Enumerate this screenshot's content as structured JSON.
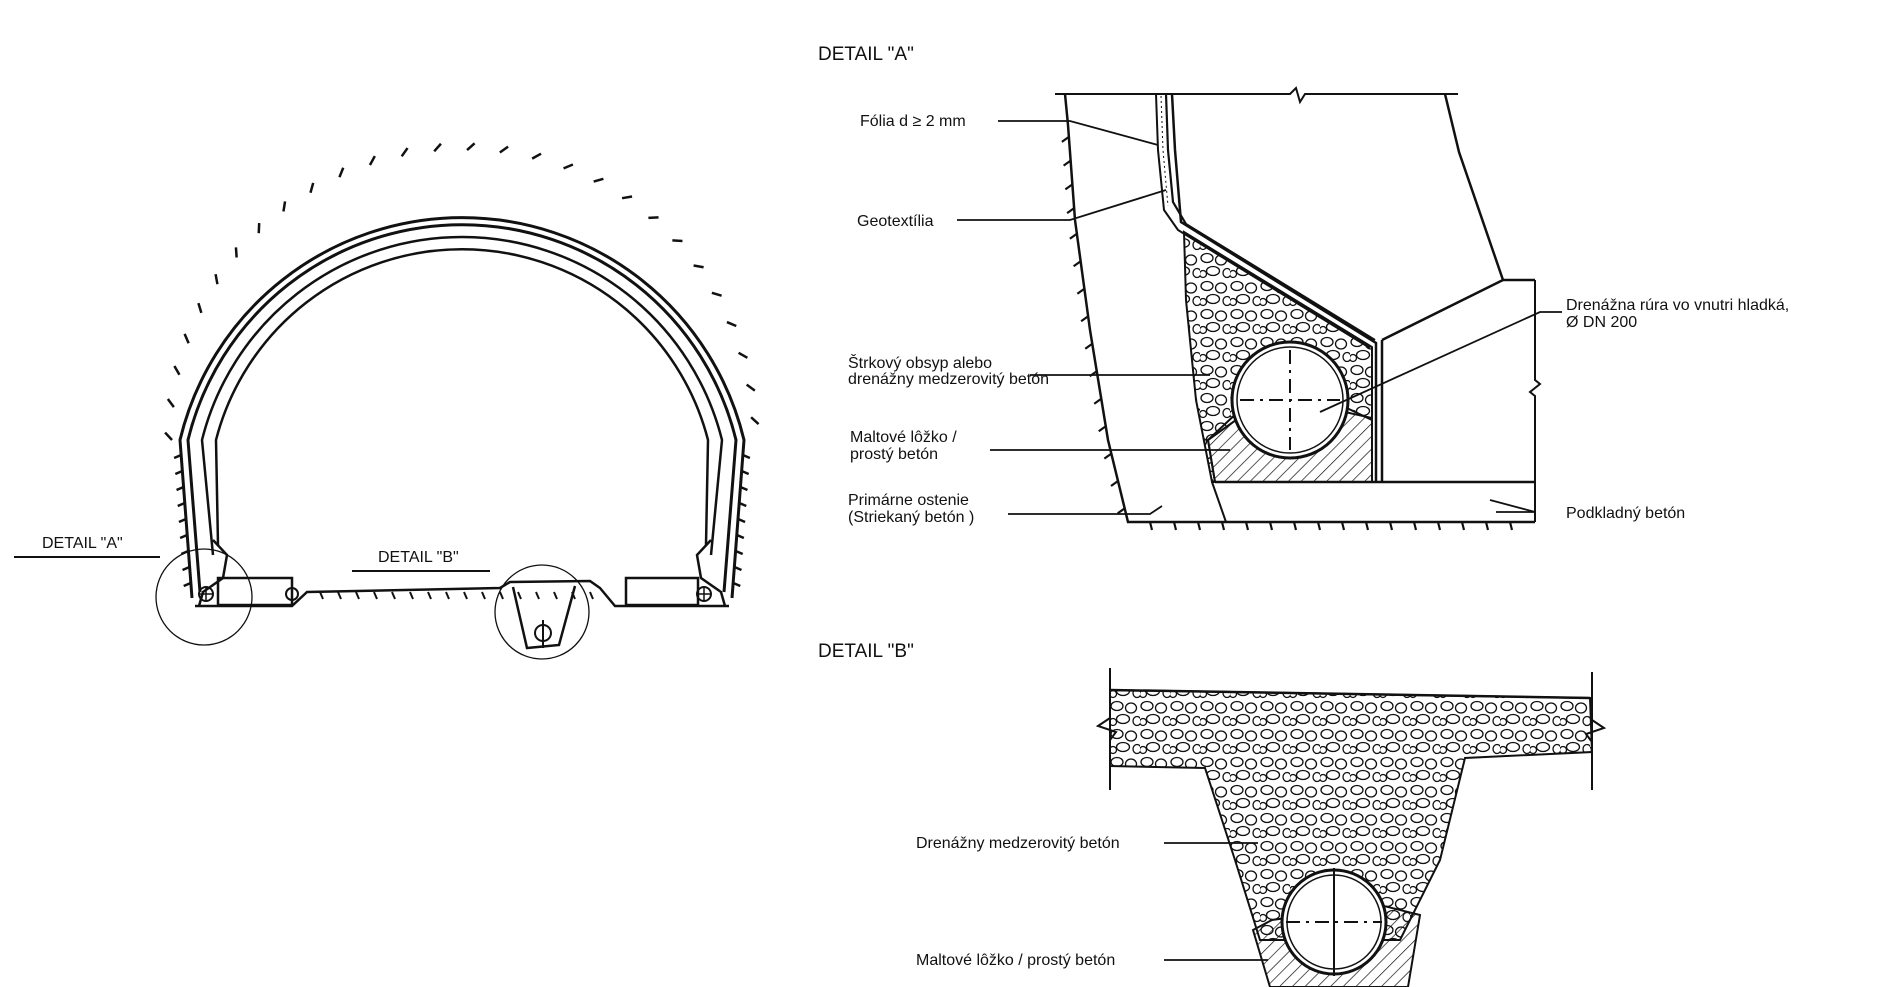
{
  "overview": {
    "detail_a_label": "DETAIL \"A\"",
    "detail_b_label": "DETAIL \"B\""
  },
  "detail_a": {
    "title": "DETAIL \"A\"",
    "labels": {
      "folia": "Fólia d ≥ 2 mm",
      "geotextilia": "Geotextília",
      "strkovy_1": "Štrkový obsyp alebo",
      "strkovy_2": "drenážny medzerovitý betón",
      "maltove_1": "Maltové lôžko /",
      "maltove_2": "prostý betón",
      "primarne_1": "Primárne ostenie",
      "primarne_2": "(Striekaný betón )",
      "drenazna_1": "Drenážna rúra vo vnutri hladká,",
      "drenazna_2": "Ø DN 200",
      "podkladny": "Podkladný betón"
    }
  },
  "detail_b": {
    "title": "DETAIL \"B\"",
    "labels": {
      "drenazny": "Drenážny medzerovitý betón",
      "maltove": "Maltové lôžko / prostý betón"
    }
  },
  "colors": {
    "ink": "#111111",
    "background": "#ffffff"
  }
}
